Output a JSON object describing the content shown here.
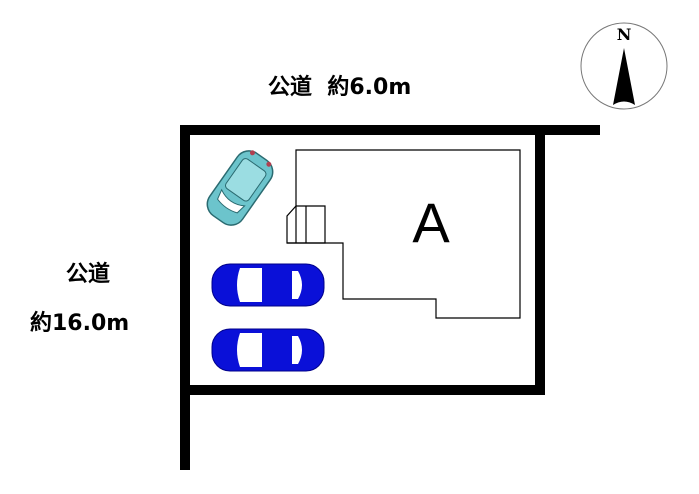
{
  "road_north": {
    "name": "公道",
    "width": "約6.0m"
  },
  "road_west": {
    "name": "公道",
    "width": "約16.0m"
  },
  "building": {
    "label": "A"
  },
  "compass": {
    "label": "N"
  },
  "colors": {
    "car_blue": "#0a10d8",
    "car_teal": "#6cc4cc",
    "line": "#000000"
  }
}
